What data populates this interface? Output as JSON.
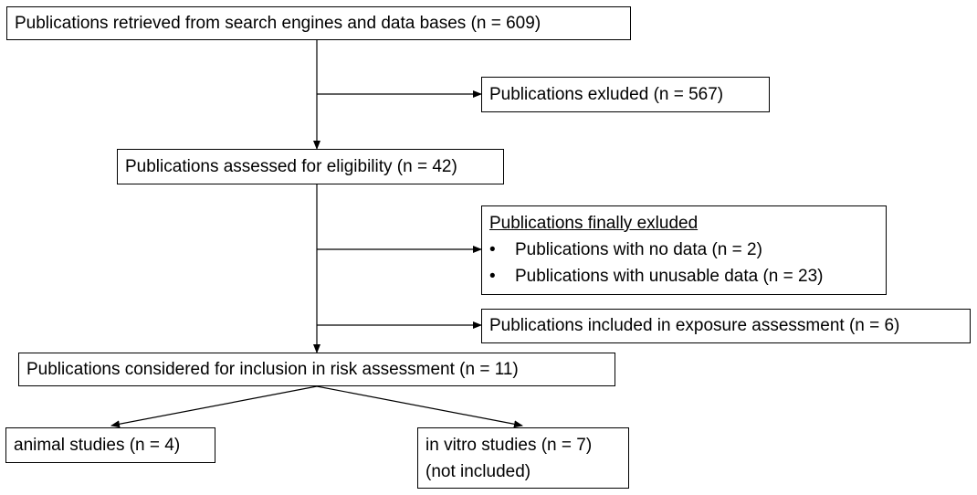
{
  "boxes": {
    "retrieved": "Publications retrieved from search engines and data bases (n = 609)",
    "excluded": "Publications exluded (n = 567)",
    "assessed": "Publications assessed for eligibility (n = 42)",
    "finally_excluded": {
      "title": "Publications finally exluded",
      "bullet_glyph": "•",
      "items": [
        "Publications with no data (n = 2)",
        "Publications with unusable data (n = 23)"
      ]
    },
    "exposure": "Publications included in exposure assessment (n = 6)",
    "considered": "Publications considered for inclusion in risk assessment (n = 11)",
    "animal": "animal studies (n = 4)",
    "invitro": {
      "line1": "in vitro studies (n = 7)",
      "line2": "(not included)"
    }
  },
  "colors": {
    "stroke": "#000000",
    "background": "#ffffff"
  }
}
